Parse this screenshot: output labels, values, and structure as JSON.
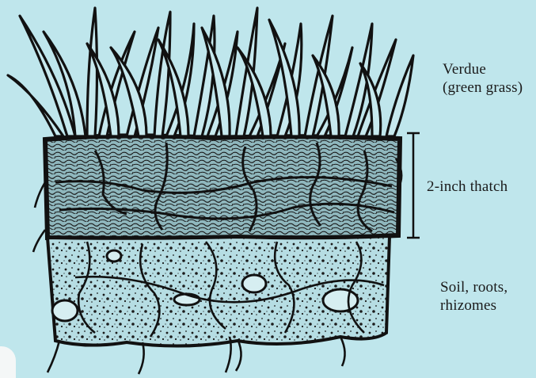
{
  "labels": {
    "verdue_line1": "Verdue",
    "verdue_line2": "(green grass)",
    "thatch": "2-inch thatch",
    "soil_line1": "Soil, roots,",
    "soil_line2": "rhizomes"
  },
  "colors": {
    "background": "#bfe6ec",
    "ink": "#111111",
    "thatch_fill": "#7fa7ad",
    "soil_fill": "#a9d3da"
  }
}
